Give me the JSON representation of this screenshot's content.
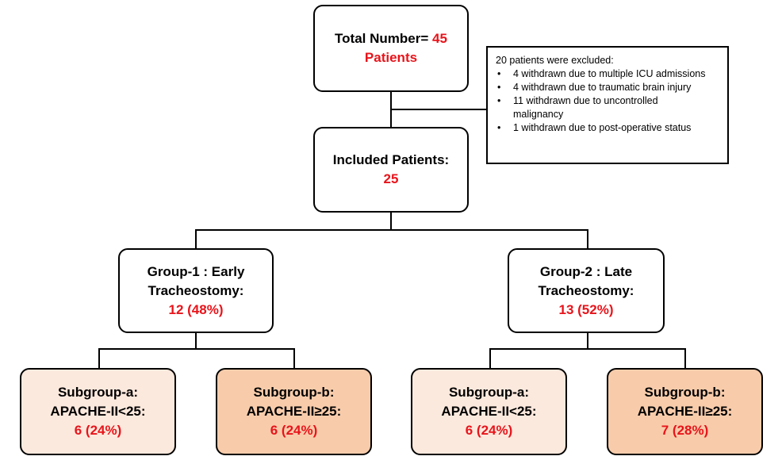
{
  "total": {
    "label": "Total Number=",
    "count": "45",
    "unit": "Patients"
  },
  "exclusion": {
    "title": "20 patients were excluded:",
    "items": [
      "4 withdrawn due to multiple ICU admissions",
      "4 withdrawn due to traumatic brain injury",
      "11 withdrawn due to uncontrolled malignancy",
      "1 withdrawn due to post-operative status"
    ]
  },
  "included": {
    "label": "Included Patients:",
    "count": "25"
  },
  "group1": {
    "line1": "Group-1 : Early",
    "line2": "Tracheostomy:",
    "count": "12 (48%)"
  },
  "group2": {
    "line1": "Group-2 : Late",
    "line2": "Tracheostomy:",
    "count": "13 (52%)"
  },
  "g1a": {
    "line1": "Subgroup-a:",
    "line2": "APACHE-II<25:",
    "count": "6 (24%)"
  },
  "g1b": {
    "line1": "Subgroup-b:",
    "line2": "APACHE-II≥25:",
    "count": "6 (24%)"
  },
  "g2a": {
    "line1": "Subgroup-a:",
    "line2": "APACHE-II<25:",
    "count": "6 (24%)"
  },
  "g2b": {
    "line1": "Subgroup-b:",
    "line2": "APACHE-II≥25:",
    "count": "7 (28%)"
  },
  "colors": {
    "red": "#e8141b",
    "light_fill": "#fce9dd",
    "dark_fill": "#f8ccab"
  }
}
